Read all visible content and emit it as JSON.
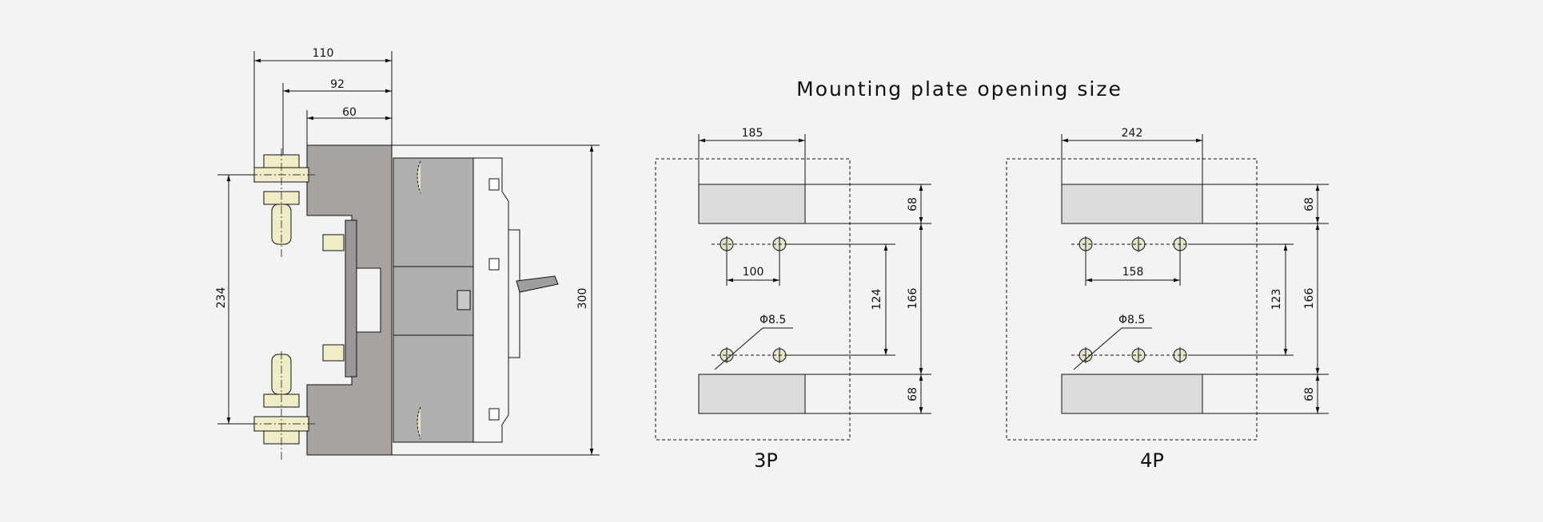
{
  "title": "Mounting plate opening size",
  "side_view": {
    "width_total": "110",
    "width_mid": "92",
    "width_inner": "60",
    "height_terminals": "234",
    "height_total": "300"
  },
  "plate_3p": {
    "caption": "3P",
    "width": "185",
    "hole_spacing": "100",
    "hole_vertical": "124",
    "opening_middle": "166",
    "opening_top": "68",
    "opening_bottom": "68",
    "hole_diameter": "Φ8.5"
  },
  "plate_4p": {
    "caption": "4P",
    "width": "242",
    "hole_spacing": "158",
    "hole_vertical": "123",
    "opening_middle": "166",
    "opening_top": "68",
    "opening_bottom": "68",
    "hole_diameter": "Φ8.5"
  },
  "colors": {
    "background": "#f3f3f3",
    "plate_fill": "#f8f7dd",
    "opening_fill": "#dcdcdc",
    "body_dark": "#a8a2a0",
    "body_mid": "#b0b0b0",
    "body_light": "#f4f4f4",
    "terminal_fill": "#f0ecc8"
  }
}
